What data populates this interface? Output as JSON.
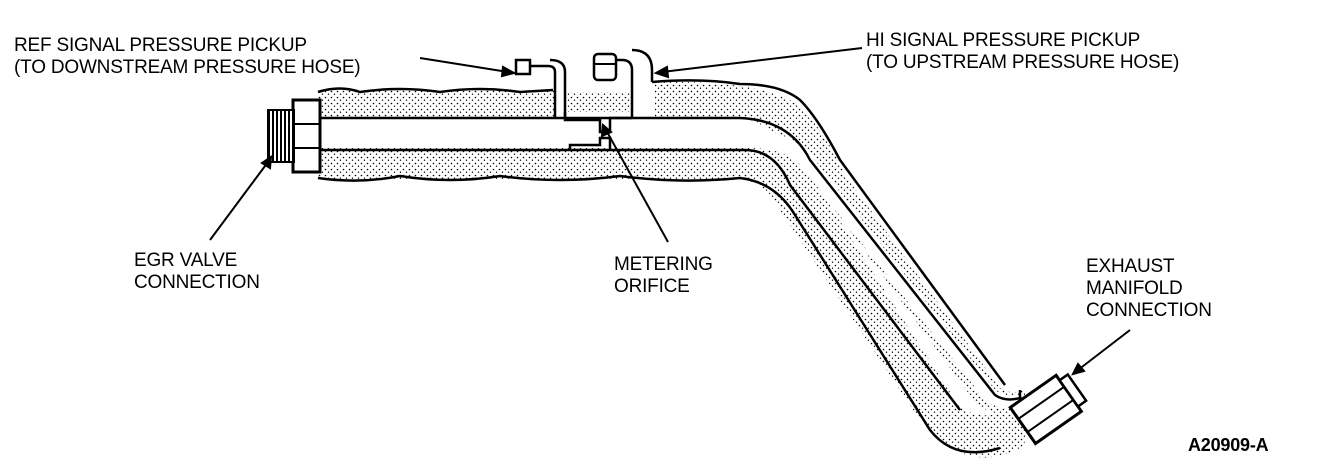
{
  "labels": {
    "ref_pickup": [
      "REF SIGNAL PRESSURE PICKUP",
      "(TO DOWNSTREAM PRESSURE HOSE)"
    ],
    "hi_pickup": [
      "HI SIGNAL PRESSURE PICKUP",
      "(TO UPSTREAM PRESSURE HOSE)"
    ],
    "egr_valve": [
      "EGR VALVE",
      "CONNECTION"
    ],
    "metering": [
      "METERING",
      "ORIFICE"
    ],
    "exhaust": [
      "EXHAUST",
      "MANIFOLD",
      "CONNECTION"
    ]
  },
  "figure_code": "A20909-A"
}
